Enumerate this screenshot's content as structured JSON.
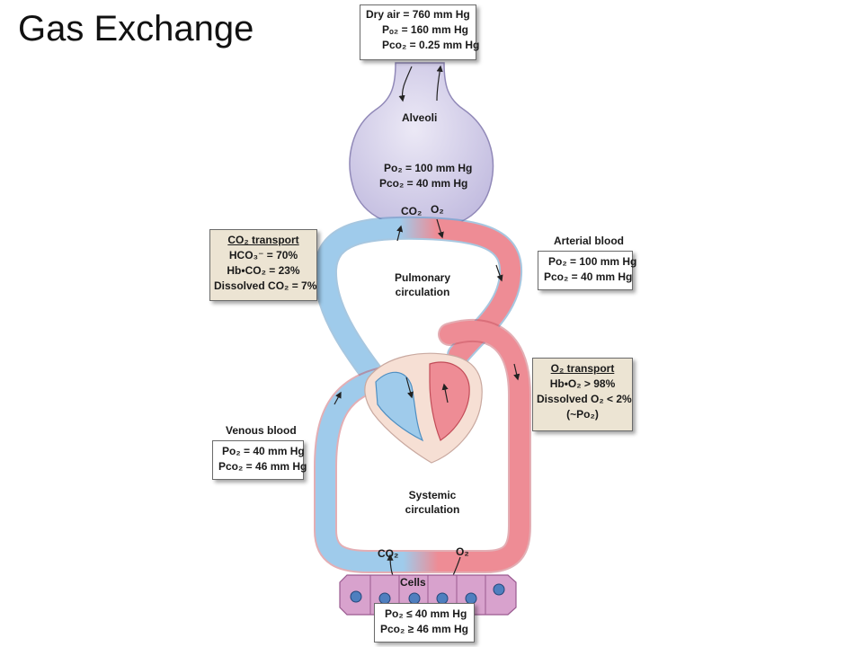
{
  "title": "Gas Exchange",
  "dry_air": {
    "line1": "Dry air = 760 mm Hg",
    "po2": "Pₒ₂ =  160 mm Hg",
    "pco2": "Pco₂ = 0.25 mm Hg"
  },
  "alveoli": {
    "label": "Alveoli",
    "po2": "Po₂ = 100 mm Hg",
    "pco2": "Pco₂ =  40 mm Hg",
    "co2": "CO₂",
    "o2": "O₂"
  },
  "co2_transport": {
    "title": "CO₂ transport",
    "hco3": "HCO₃⁻ = 70%",
    "hbco2": "Hb•CO₂ = 23%",
    "dissolved": "Dissolved CO₂ = 7%"
  },
  "arterial": {
    "label": "Arterial blood",
    "po2": "Po₂ = 100 mm Hg",
    "pco2": "Pco₂ =  40 mm Hg"
  },
  "pulmonary": {
    "line1": "Pulmonary",
    "line2": "circulation"
  },
  "o2_transport": {
    "title": "O₂ transport",
    "hbo2": "Hb•O₂  > 98%",
    "dissolved": "Dissolved O₂ < 2%",
    "po2": "(~Po₂)"
  },
  "venous": {
    "label": "Venous blood",
    "po2": "Po₂ = 40 mm Hg",
    "pco2": "Pco₂ = 46 mm Hg"
  },
  "systemic": {
    "line1": "Systemic",
    "line2": "circulation"
  },
  "cells": {
    "label": "Cells",
    "co2": "CO₂",
    "o2": "O₂",
    "po2": "Po₂ ≤ 40 mm Hg",
    "pco2": "Pco₂ ≥ 46 mm Hg"
  },
  "colors": {
    "venous": "#9fcbeb",
    "venous_edge": "#4f8fc2",
    "arterial": "#ee8c95",
    "arterial_edge": "#c24c58",
    "alveolus": "#d2cde8",
    "alveolus_edge": "#9189b8",
    "cell": "#d8a2cd",
    "cell_edge": "#9a5a90",
    "nucleus": "#4f7fbf",
    "tan_box": "#ece4d3"
  }
}
